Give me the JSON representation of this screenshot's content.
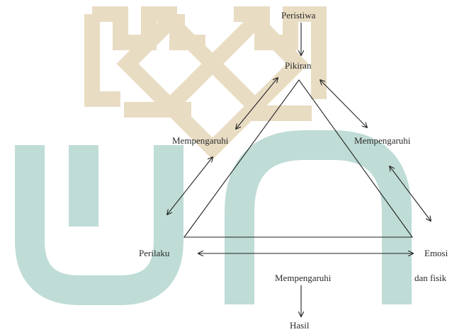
{
  "colors": {
    "watermark_teal": "#bfdcd6",
    "watermark_gold": "#e8dcc3",
    "line": "#222222"
  },
  "watermark": {
    "name": "uin-logo-watermark"
  },
  "labels": {
    "event": "Peristiwa",
    "thought": "Pikiran",
    "influence_left": "Mempengaruhi",
    "influence_right": "Mempengaruhi",
    "behavior": "Perilaku",
    "emotion": "Emosi",
    "emotion_physical": "dan fisik",
    "influence_bottom": "Mempengaruhi",
    "result": "Hasil"
  }
}
